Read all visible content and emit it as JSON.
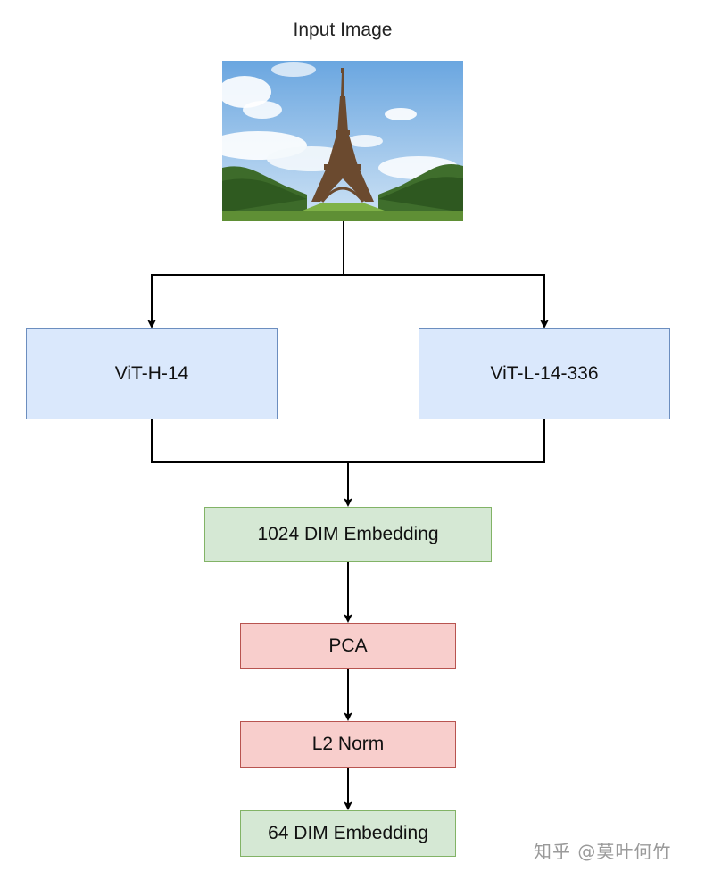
{
  "diagram": {
    "title": "Input Image",
    "nodes": {
      "vit_h": "ViT-H-14",
      "vit_l": "ViT-L-14-336",
      "embed_1024": "1024 DIM Embedding",
      "pca": "PCA",
      "l2_norm": "L2 Norm",
      "embed_64": "64 DIM Embedding"
    },
    "edges": [
      [
        "input_image",
        "vit_h"
      ],
      [
        "input_image",
        "vit_l"
      ],
      [
        "vit_h",
        "embed_1024"
      ],
      [
        "vit_l",
        "embed_1024"
      ],
      [
        "embed_1024",
        "pca"
      ],
      [
        "pca",
        "l2_norm"
      ],
      [
        "l2_norm",
        "embed_64"
      ]
    ],
    "colors": {
      "blue_fill": "#dae8fc",
      "blue_stroke": "#6c8ebf",
      "green_fill": "#d5e8d4",
      "green_stroke": "#82b366",
      "red_fill": "#f8cecc",
      "red_stroke": "#b85450"
    }
  },
  "watermark": "知乎 @莫叶何竹"
}
